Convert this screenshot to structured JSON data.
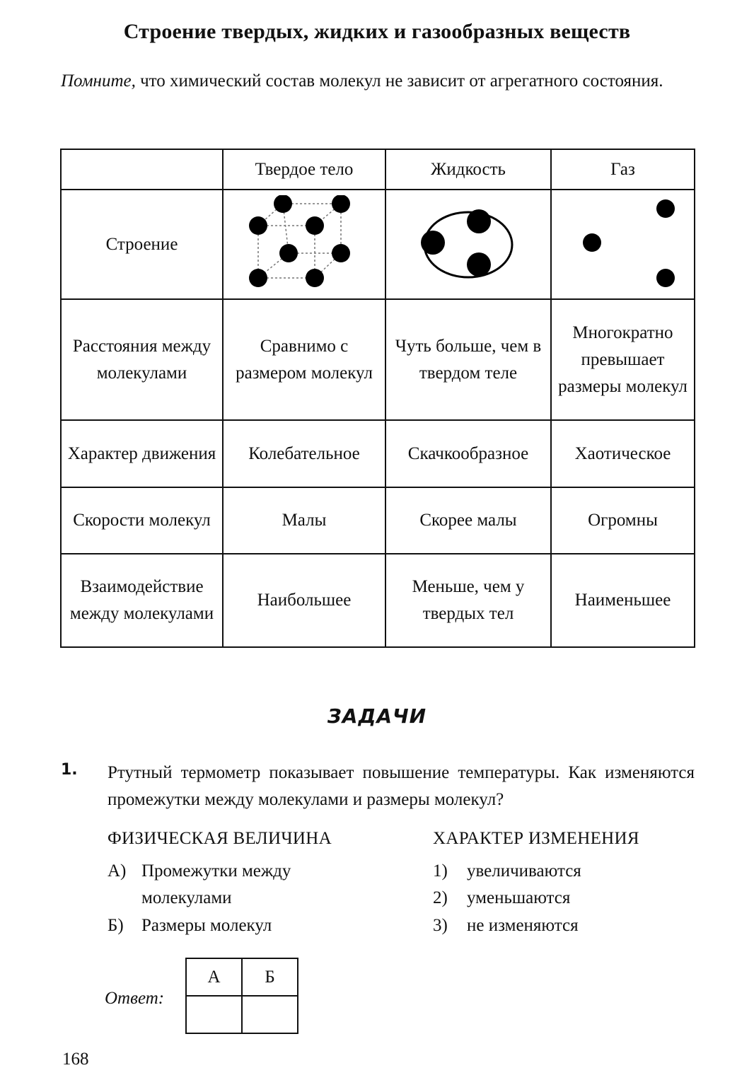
{
  "page": {
    "title": "Строение твердых, жидких и газообразных веществ",
    "intro_italic": "Помните,",
    "intro_rest": " что химический состав молекул не зависит от агрегатного состояния.",
    "page_number": "168"
  },
  "table": {
    "headers": [
      "",
      "Твердое тело",
      "Жидкость",
      "Газ"
    ],
    "structure_label": "Строение",
    "structure_icons": [
      "solid-lattice-diagram-icon",
      "liquid-molecules-diagram-icon",
      "gas-molecules-diagram-icon"
    ],
    "rows": [
      {
        "label": "Расстояния между молекулами",
        "cells": [
          "Сравнимо с размером молекул",
          "Чуть больше, чем в твердом теле",
          "Многократно превышает размеры молекул"
        ]
      },
      {
        "label": "Характер движения",
        "cells": [
          "Колебательное",
          "Скачкообразное",
          "Хаотическое"
        ]
      },
      {
        "label": "Скорости молекул",
        "cells": [
          "Малы",
          "Скорее малы",
          "Огромны"
        ]
      },
      {
        "label": "Взаимодействие между молекулами",
        "cells": [
          "Наибольшее",
          "Меньше, чем у твердых тел",
          "Наименьшее"
        ]
      }
    ]
  },
  "tasks": {
    "heading": "ЗАДАЧИ",
    "task1": {
      "number": "1.",
      "text": "Ртутный термометр показывает повышение температуры. Как изменяются промежутки между молекулами и размеры молекул?",
      "left_heading": "ФИЗИЧЕСКАЯ ВЕЛИЧИНА",
      "right_heading": "ХАРАКТЕР ИЗМЕНЕНИЯ",
      "left_options": [
        {
          "key": "А)",
          "text_line1": "Промежутки между",
          "text_line2": "молекулами"
        },
        {
          "key": "Б)",
          "text_line1": "Размеры молекул"
        }
      ],
      "right_options": [
        {
          "key": "1)",
          "text": "увеличиваются"
        },
        {
          "key": "2)",
          "text": "уменьшаются"
        },
        {
          "key": "3)",
          "text": "не изменяются"
        }
      ],
      "answer_label": "Ответ:",
      "answer_columns": [
        "А",
        "Б"
      ]
    }
  }
}
